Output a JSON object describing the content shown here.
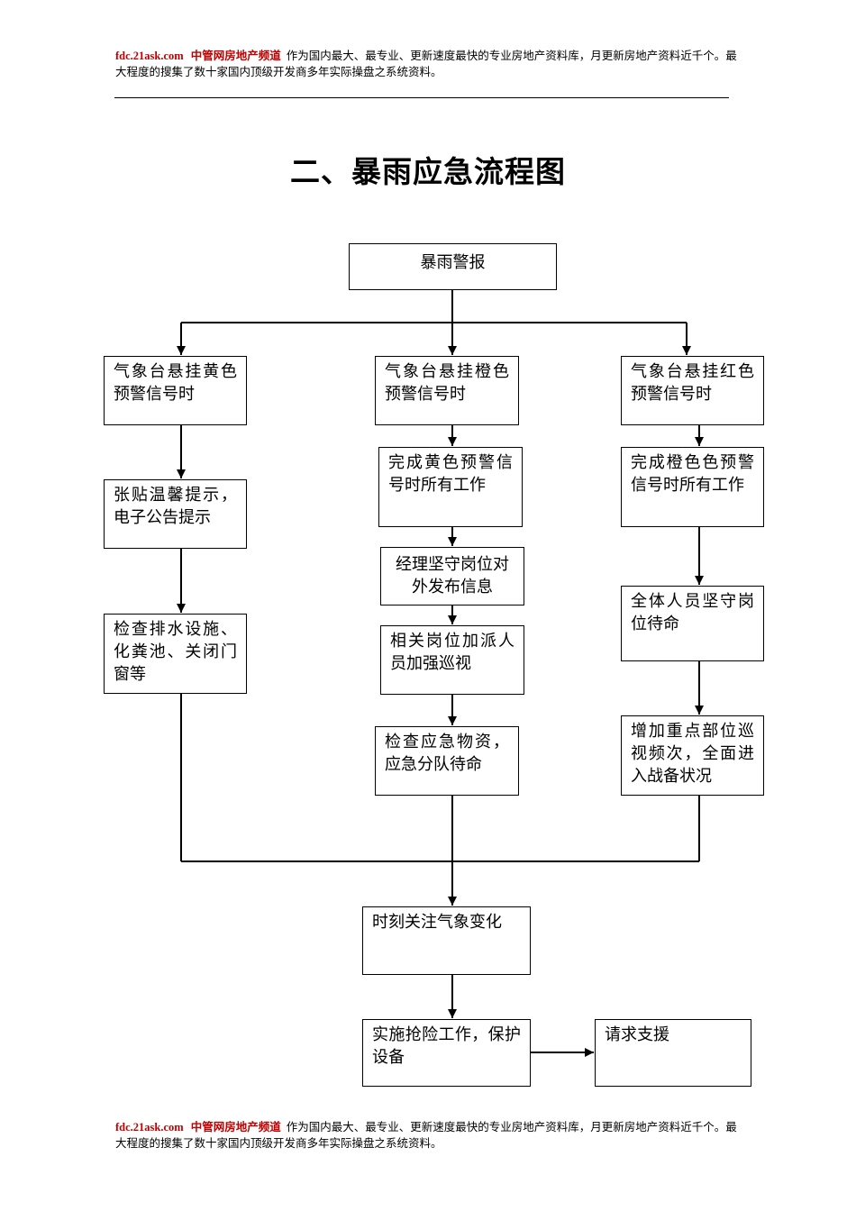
{
  "header": {
    "site": "fdc.21ask.com",
    "channel": "中管网房地产频道",
    "description": "作为国内最大、最专业、更新速度最快的专业房地产资料库，月更新房地产资料近千个。最大程度的搜集了数十家国内顶级开发商多年实际操盘之系统资料。"
  },
  "title": "二、暴雨应急流程图",
  "flowchart": {
    "root": "暴雨警报",
    "left": {
      "trigger": "气象台悬挂黄色预警信号时",
      "steps": [
        "张贴温馨提示，电子公告提示",
        "检查排水设施、化粪池、关闭门窗等"
      ]
    },
    "middle": {
      "trigger": "气象台悬挂橙色预警信号时",
      "steps": [
        "完成黄色预警信号时所有工作",
        "经理坚守岗位对外发布信息",
        "相关岗位加派人员加强巡视",
        "检查应急物资，应急分队待命"
      ]
    },
    "right": {
      "trigger": "气象台悬挂红色预警信号时",
      "steps": [
        "完成橙色色预警信号时所有工作",
        "全体人员坚守岗位待命",
        "增加重点部位巡视频次，全面进入战备状况"
      ]
    },
    "merge": "时刻关注气象变化",
    "action": "实施抢险工作，保护设备",
    "support": "请求支援"
  },
  "footer": {
    "site": "fdc.21ask.com",
    "channel": "中管网房地产频道",
    "description": "作为国内最大、最专业、更新速度最快的专业房地产资料库，月更新房地产资料近千个。最大程度的搜集了数十家国内顶级开发商多年实际操盘之系统资料。"
  }
}
